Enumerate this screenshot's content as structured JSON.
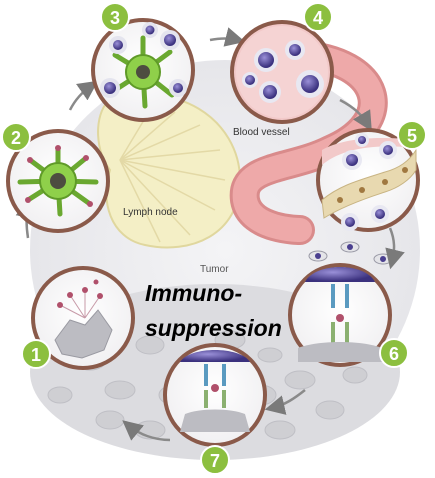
{
  "labels": {
    "lymph_node": "Lymph node",
    "blood_vessel": "Blood vessel",
    "tumor": "Tumor"
  },
  "overlay": {
    "line1": "Immuno-",
    "line2": "suppression"
  },
  "steps": [
    "1",
    "2",
    "3",
    "4",
    "5",
    "6",
    "7"
  ],
  "colors": {
    "badge_green": "#8cbf3f",
    "ring": "#8a5a4a",
    "vessel": "#e8a3a3",
    "lymph": "#f4efc6",
    "tumor_cell": "#cfcfd2",
    "dendritic": "#7dc242",
    "t_cell": "#4a3f8f",
    "arrow": "#7a7a7a"
  }
}
